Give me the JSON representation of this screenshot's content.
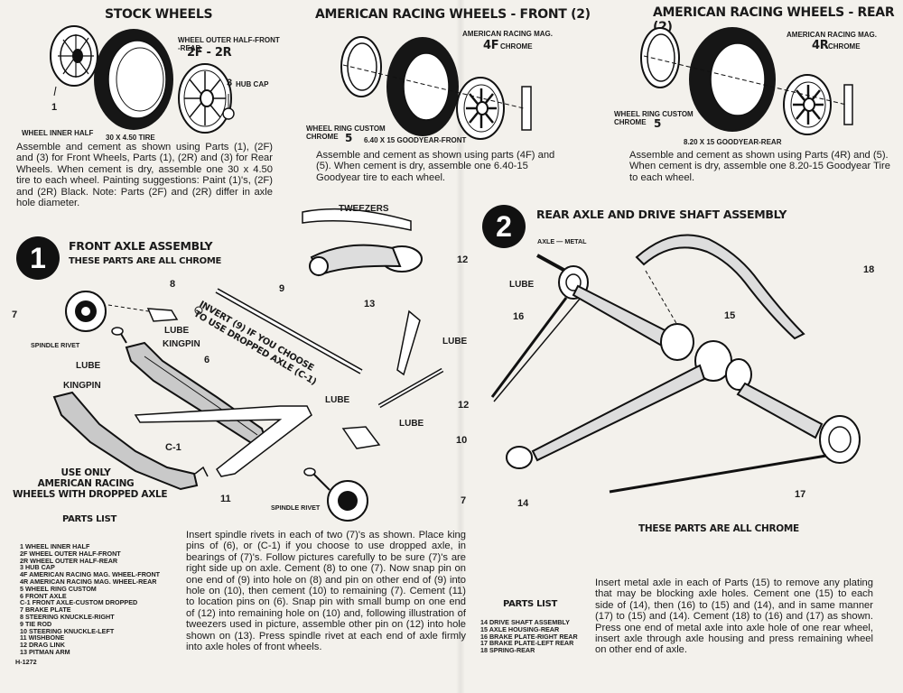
{
  "stock": {
    "title": "STOCK WHEELS",
    "label_outer": "WHEEL OUTER HALF-FRONT\n-REAR",
    "label_outer_nums": "2F - 2R",
    "label_hub_num": "3",
    "label_hub": "HUB CAP",
    "label_inner_num": "1",
    "label_inner": "WHEEL INNER HALF",
    "label_tire": "30 x 4.50 TIRE",
    "text": "Assemble and cement as shown using Parts (1), (2F) and (3) for Front Wheels, Parts (1), (2R) and (3) for Rear Wheels. When cement is dry, assemble one 30 x 4.50 tire to each wheel. Painting suggestions: Paint (1)'s, (2F) and (2R) Black. Note: Parts (2F) and (2R) differ in axle hole diameter."
  },
  "arfront": {
    "title": "AMERICAN RACING WHEELS - FRONT (2)",
    "label_mag": "AMERICAN RACING MAG.",
    "label_mag_num": "4F",
    "label_mag_chrome": "CHROME",
    "label_ring": "WHEEL RING CUSTOM\nCHROME",
    "label_ring_num": "5",
    "label_tire": "6.40 x 15 GOODYEAR-FRONT",
    "text": "Assemble and cement as shown using parts (4F) and (5). When cement is dry, assemble one 6.40-15 Goodyear tire to each wheel."
  },
  "arrear": {
    "title": "AMERICAN RACING WHEELS - REAR (2)",
    "label_mag": "AMERICAN RACING MAG.",
    "label_mag_num": "4R",
    "label_mag_chrome": "CHROME",
    "label_ring": "WHEEL RING CUSTOM\nCHROME",
    "label_ring_num": "5",
    "label_tire": "8.20 x 15 GOODYEAR-REAR",
    "text": "Assemble and cement as shown using Parts (4R) and (5). When cement is dry, assemble one 8.20-15 Goodyear Tire to each wheel."
  },
  "step1": {
    "number": "1",
    "title": "FRONT AXLE ASSEMBLY",
    "subtitle": "THESE PARTS ARE ALL CHROME",
    "callouts": {
      "n7a": "7",
      "n8": "8",
      "n9": "9",
      "n6": "6",
      "c1": "C-1",
      "n11": "11",
      "spindle_rivet": "SPINDLE RIVET",
      "lube1": "LUBE",
      "kingpin1": "KINGPIN",
      "lube2": "LUBE",
      "kingpin2": "KINGPIN",
      "tweezers": "TWEEZERS",
      "n12a": "12",
      "n13": "13",
      "lube3": "LUBE",
      "n12b": "12",
      "lube4": "LUBE",
      "lube5": "LUBE",
      "n10": "10",
      "spindle_rivet2": "SPINDLE RIVET",
      "n7b": "7"
    },
    "invert_note": "INVERT (9) IF YOU CHOOSE\nTO USE DROPPED AXLE (C-1)",
    "use_only": "USE ONLY\nAMERICAN RACING\nWHEELS WITH DROPPED AXLE",
    "text": "Insert spindle rivets in each of two (7)'s as shown. Place king pins of (6), or (C-1) if you choose to use dropped axle, in bearings of (7)'s. Follow pictures carefully to be sure (7)'s are right side up on axle. Cement (8) to one (7). Now snap pin on one end of (9) into hole on (8) and pin on other end of (9) into hole on (10), then cement (10) to remaining (7). Cement (11) to location pins on (6). Snap pin with small bump on one end of (12) into remaining hole on (10) and, following illustration of tweezers used in picture, assemble other pin on (12) into hole shown on (13). Press spindle rivet at each end of axle firmly into axle holes of front wheels."
  },
  "parts1": {
    "title": "PARTS LIST",
    "items": [
      "1 WHEEL INNER HALF",
      "2F WHEEL OUTER HALF-FRONT",
      "2R WHEEL OUTER HALF-REAR",
      "3 HUB CAP",
      "4F AMERICAN RACING MAG. WHEEL-FRONT",
      "4R AMERICAN RACING MAG. WHEEL-REAR",
      "5 WHEEL RING CUSTOM",
      "6 FRONT AXLE",
      "C-1 FRONT AXLE-CUSTOM DROPPED",
      "7 BRAKE PLATE",
      "8 STEERING KNUCKLE-RIGHT",
      "9 TIE ROD",
      "10 STEERING KNUCKLE-LEFT",
      "11 WISHBONE",
      "12 DRAG LINK",
      "13 PITMAN ARM"
    ],
    "code": "H-1272"
  },
  "step2": {
    "number": "2",
    "title": "REAR AXLE AND DRIVE SHAFT ASSEMBLY",
    "callouts": {
      "axle_metal": "AXLE — METAL",
      "lube": "LUBE",
      "n16": "16",
      "n15": "15",
      "n18": "18",
      "n14": "14",
      "n17": "17"
    },
    "chrome_note": "THESE PARTS ARE ALL CHROME",
    "text": "Insert metal axle in each of Parts (15) to remove any plating that may be blocking axle holes. Cement one (15) to each side of (14), then (16) to (15) and (14), and in same manner (17) to (15) and (14). Cement (18) to (16) and (17) as shown. Press one end of metal axle into axle hole of one rear wheel, insert axle through axle housing and press remaining wheel on other end of axle."
  },
  "parts2": {
    "title": "PARTS LIST",
    "items": [
      "14 DRIVE SHAFT ASSEMBLY",
      "15 AXLE HOUSING-REAR",
      "16 BRAKE PLATE-RIGHT REAR",
      "17 BRAKE PLATE-LEFT REAR",
      "18 SPRING-REAR"
    ]
  }
}
